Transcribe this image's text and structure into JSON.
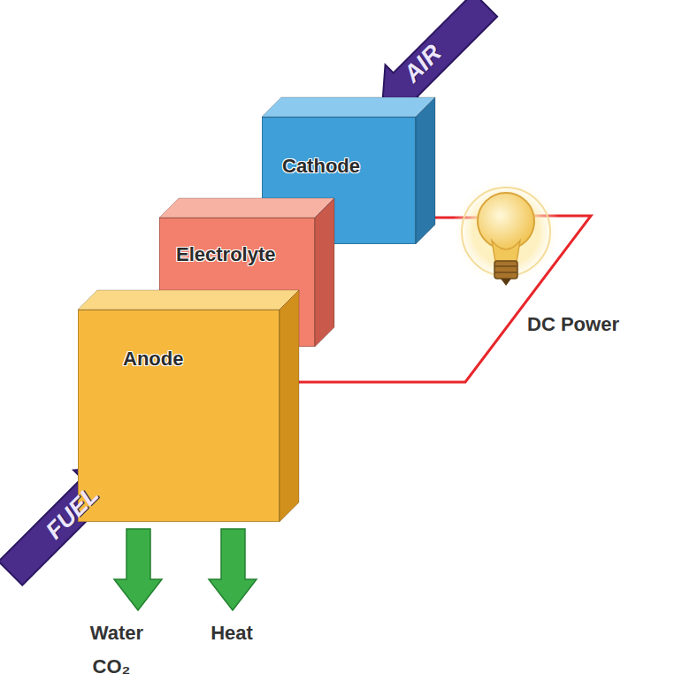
{
  "diagram": {
    "nodes": [
      {
        "text": [
          "Cathode"
        ]
      },
      {
        "text": [
          "Electrolyte"
        ]
      },
      {
        "text": [
          "Anode"
        ]
      }
    ],
    "labels": [
      "AIR",
      "FUEL",
      "DC Power",
      "Water",
      "CO₂",
      "Heat"
    ]
  }
}
